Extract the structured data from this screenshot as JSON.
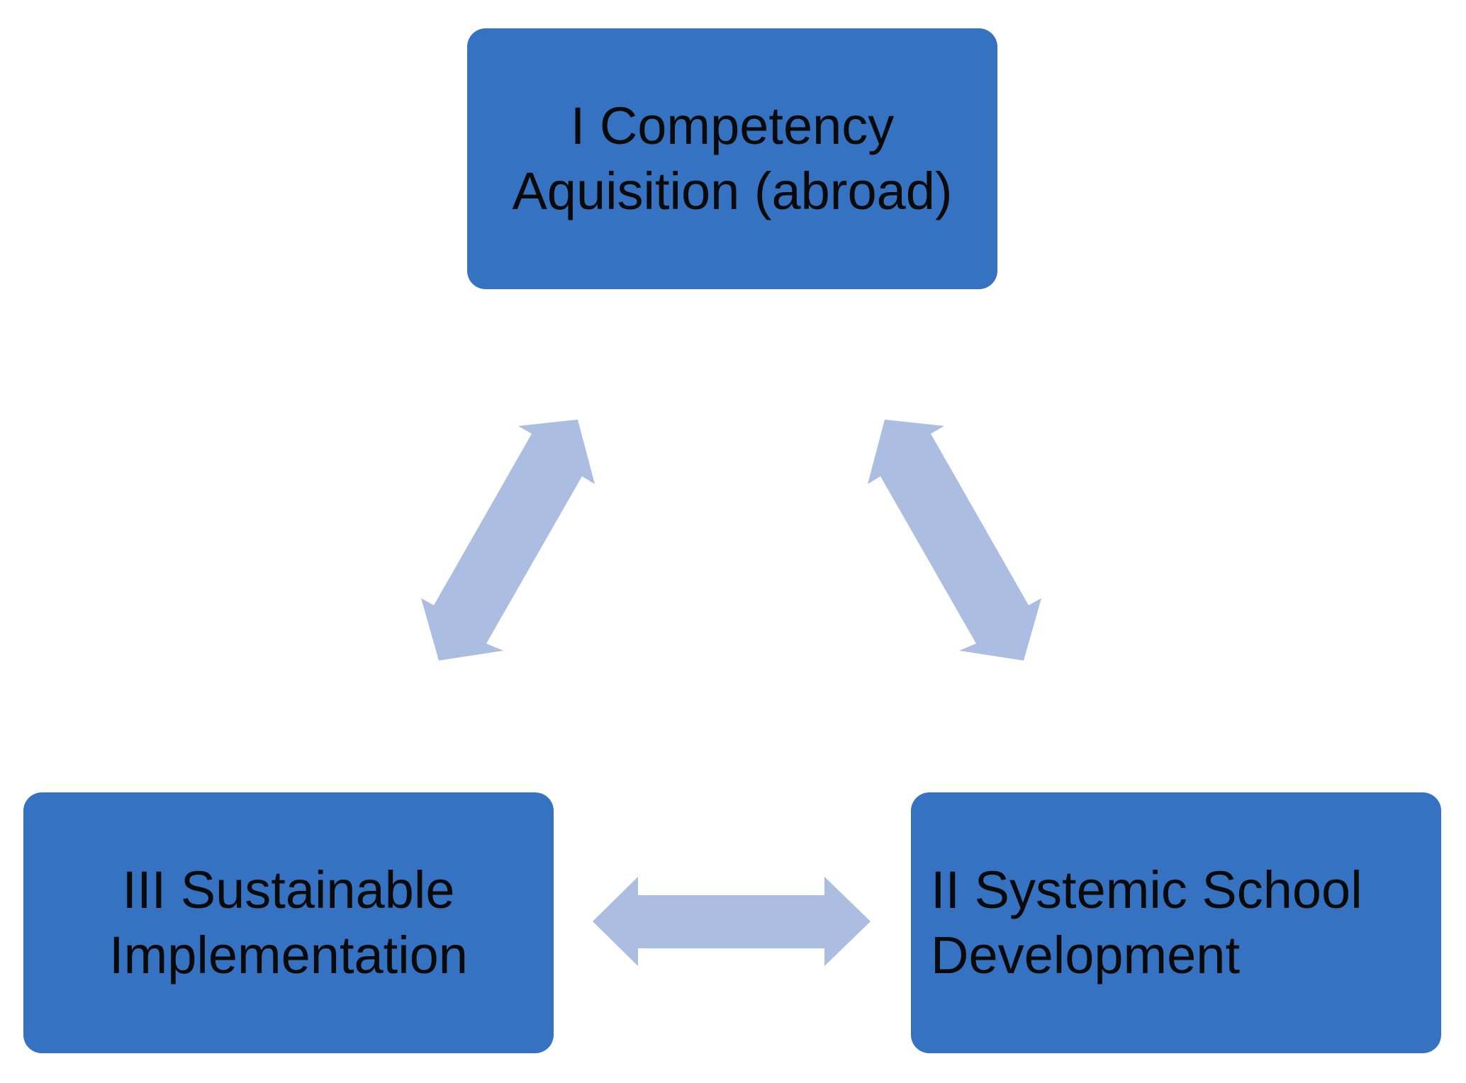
{
  "nodes": {
    "competency": {
      "line1": "I Competency",
      "line2": "Aquisition (abroad)"
    },
    "systemic": {
      "line1": "II Systemic School",
      "line2": "Development"
    },
    "sustainable": {
      "line1": "III Sustainable",
      "line2": "Implementation"
    }
  },
  "colors": {
    "box_fill": "#3672c2",
    "arrow_fill": "#abbde0",
    "text": "#0a0a0a"
  },
  "edges": [
    {
      "from": "competency",
      "to": "sustainable",
      "direction": "bidirectional"
    },
    {
      "from": "competency",
      "to": "systemic",
      "direction": "bidirectional"
    },
    {
      "from": "sustainable",
      "to": "systemic",
      "direction": "bidirectional"
    }
  ]
}
